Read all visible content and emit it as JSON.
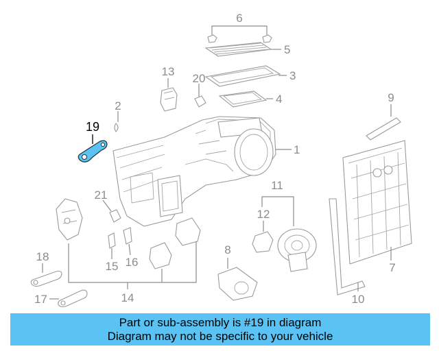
{
  "diagram": {
    "labels": {
      "p1": "1",
      "p2": "2",
      "p3": "3",
      "p4": "4",
      "p5": "5",
      "p6": "6",
      "p7": "7",
      "p8": "8",
      "p9": "9",
      "p10": "10",
      "p11": "11",
      "p12": "12",
      "p13": "13",
      "p14": "14",
      "p15": "15",
      "p16": "16",
      "p17": "17",
      "p18": "18",
      "p19": "19",
      "p20": "20",
      "p21": "21"
    },
    "highlighted_part": "19",
    "highlight_color": "#5bc2f4"
  },
  "banner": {
    "line1": "Part or sub-assembly is #19 in diagram",
    "line2": "Diagram may not be specific to your vehicle",
    "background": "#5bc2f4"
  }
}
